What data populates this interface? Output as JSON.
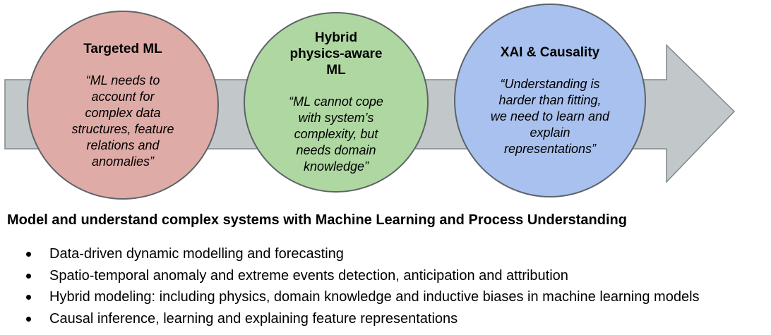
{
  "diagram": {
    "arrow": {
      "name": "timeline-right-arrow",
      "fill": "#c2c8c9"
    },
    "circles": [
      {
        "title": "Targeted ML",
        "quote": "“ML needs to\naccount for\ncomplex data\nstructures, feature\nrelations and\nanomalies”",
        "fill": "#dfaba6"
      },
      {
        "title": "Hybrid\nphysics-aware\nML",
        "quote": "“ML cannot cope\nwith system’s\ncomplexity, but\nneeds domain\nknowledge”",
        "fill": "#afd7a2"
      },
      {
        "title": "XAI & Causality",
        "quote": "“Understanding is\nharder than fitting,\nwe need to learn and\nexplain\nrepresentations”",
        "fill": "#a9c1ef"
      }
    ]
  },
  "heading": "Model and understand complex systems with Machine Learning and Process Understanding",
  "bullets": [
    "Data-driven dynamic modelling and forecasting",
    "Spatio-temporal anomaly and extreme events detection, anticipation and attribution",
    "Hybrid modeling: including physics, domain knowledge and inductive biases in machine learning models",
    "Causal inference, learning and explaining feature representations"
  ]
}
